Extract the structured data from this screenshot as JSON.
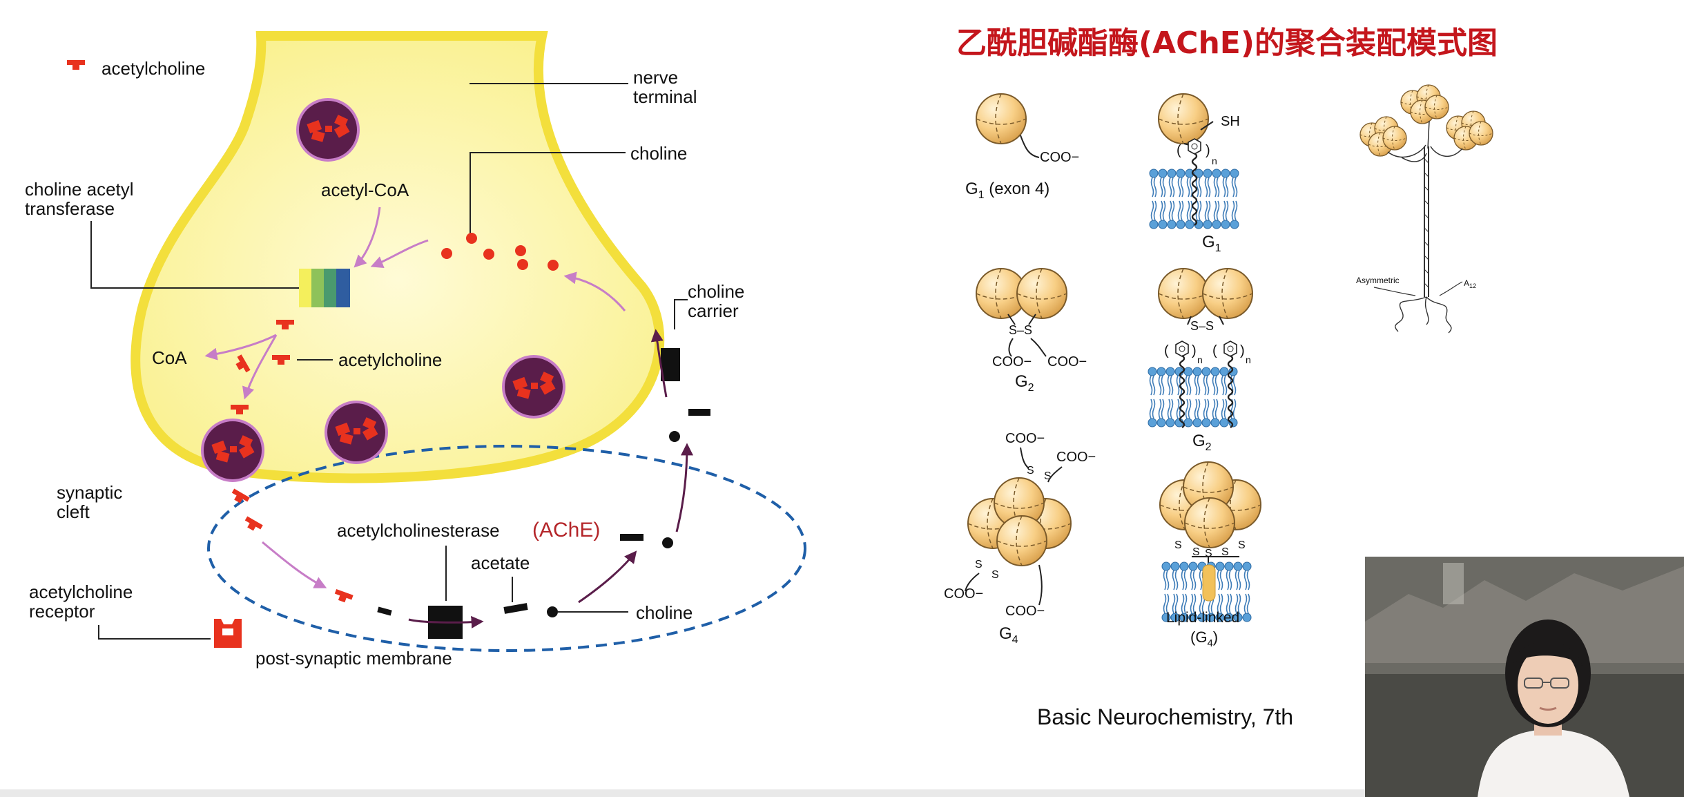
{
  "slide": {
    "title": "乙酰胆碱酯酶(AChE)的聚合装配模式图",
    "citation": "Basic Neurochemistry, 7th"
  },
  "synapse_diagram": {
    "legend_label": "acetylcholine",
    "labels": {
      "nerve_terminal_1": "nerve",
      "nerve_terminal_2": "terminal",
      "choline_top": "choline",
      "choline_acetyl_1": "choline acetyl",
      "choline_acetyl_2": "transferase",
      "acetyl_coa": "acetyl-CoA",
      "coa": "CoA",
      "acetylcholine_inner": "acetylcholine",
      "choline_carrier_1": "choline",
      "choline_carrier_2": "carrier",
      "synaptic_cleft_1": "synaptic",
      "synaptic_cleft_2": "cleft",
      "ache_label": "acetylcholinesterase",
      "ache_abbrev": "(AChE)",
      "acetate": "acetate",
      "choline_bottom": "choline",
      "receptor_1": "acetylcholine",
      "receptor_2": "receptor",
      "post_synaptic": "post-synaptic membrane"
    },
    "colors": {
      "terminal_fill": "#fbf5a6",
      "terminal_edge": "#f3df3c",
      "acetylcholine": "#e8321e",
      "vesicle": "#5a1d4a",
      "arrow_pink": "#c77dc7",
      "arrow_dark": "#5a1d4a",
      "cleft_border": "#1f5fa8",
      "ache_text": "#b4262a"
    }
  },
  "assembly_diagram": {
    "labels": {
      "coo": "COO−",
      "sh": "SH",
      "n": "n",
      "s": "S",
      "g1_exon_main": "G",
      "g1_exon_sub": "1",
      "g1_exon_rest": " (exon 4)",
      "g1_main": "G",
      "g1_sub": "1",
      "g2_main": "G",
      "g2_sub": "2",
      "g4_main": "G",
      "g4_sub": "4",
      "lipid_linked": "Lipid-linked",
      "g4_paren_open": "(G",
      "g4_paren_sub": "4",
      "g4_paren_close": ")",
      "asymmetric": "Asymmetric",
      "a12_main": "A",
      "a12_sub": "12"
    },
    "colors": {
      "subunit_fill": "#f8cf86",
      "subunit_edge": "#7a5a2a",
      "lipid_head": "#5aa0d8",
      "lipid_tail": "#3f7db8",
      "anchor": "#f2c15a"
    }
  },
  "webcam": {
    "description_icon": "presenter-video-icon"
  }
}
